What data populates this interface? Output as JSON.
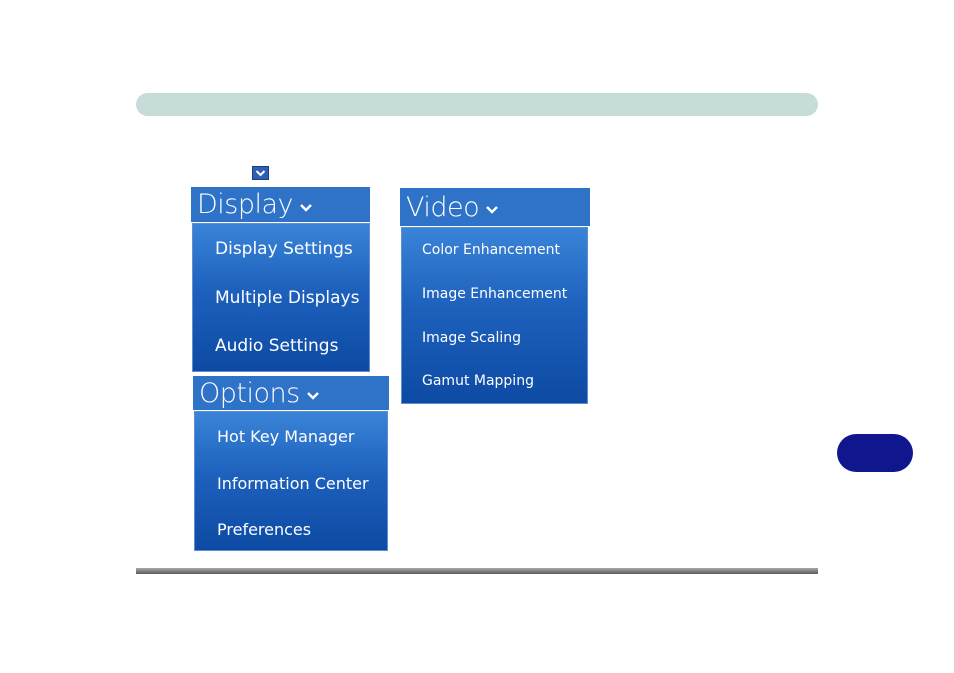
{
  "menus": {
    "display": {
      "title": "Display",
      "items": [
        "Display Settings",
        "Multiple Displays",
        "Audio Settings"
      ]
    },
    "video": {
      "title": "Video",
      "items": [
        "Color Enhancement",
        "Image Enhancement",
        "Image Scaling",
        "Gamut Mapping"
      ]
    },
    "options": {
      "title": "Options",
      "items": [
        "Hot Key Manager",
        "Information Center",
        "Preferences"
      ]
    }
  },
  "colors": {
    "menu_header": "#2f73c9",
    "menu_panel_top": "#3a84d8",
    "menu_panel_bottom": "#0d4aa3",
    "top_bar": "#c5dcd9",
    "page_badge": "#10178e"
  },
  "icons": {
    "menu_toggle": "chevron-down-icon"
  }
}
